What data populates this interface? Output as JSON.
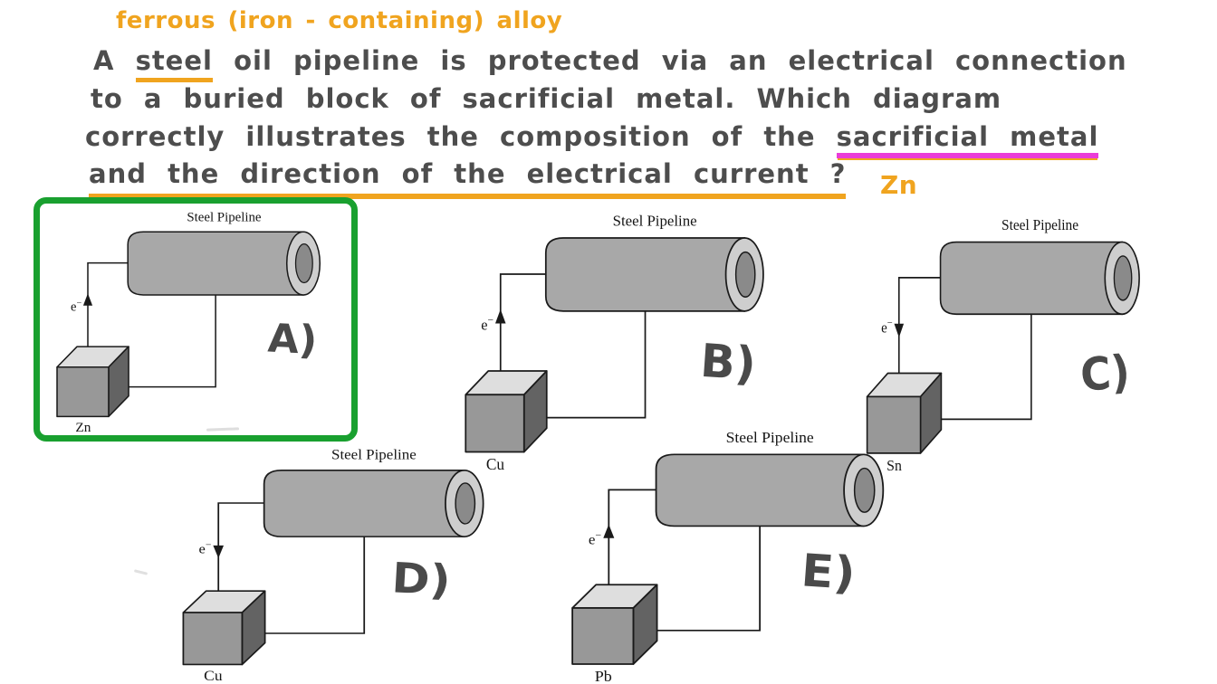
{
  "colors": {
    "ink_handwriting": "#4d4d4d",
    "highlight_orange": "#F0A41F",
    "highlight_pink": "#EA3CD8",
    "correct_box_green": "#19A02F",
    "diagram_outline": "#1a1a1a",
    "pipe_body_gray": "#a8a8a8",
    "pipe_cap_outer_gray": "#cecece",
    "pipe_cap_inner_gray": "#8a8a8a",
    "cube_front_gray": "#989898",
    "cube_top_gray": "#dedede",
    "cube_side_gray": "#636363"
  },
  "question": {
    "annotation_alloy": "ferrous (iron - containing) alloy",
    "line1_pre": "A",
    "line1_steel": "steel",
    "line1_post": "oil pipeline is protected via an electrical connection",
    "line2": "to a buried block of sacrificial metal. Which diagram",
    "line3_pre": "correctly illustrates the composition of the",
    "line3_sacrificial": "sacrificial metal",
    "line4_underlined": "and the direction of the electrical current ?",
    "annotation_zn": "Zn"
  },
  "diagrams": [
    {
      "letter": "A)",
      "pipeline_label": "Steel Pipeline",
      "metal": "Zn",
      "electron": {
        "base": "e",
        "sup": "−"
      },
      "electron_direction": "up",
      "highlighted": true
    },
    {
      "letter": "B)",
      "pipeline_label": "Steel Pipeline",
      "metal": "Cu",
      "electron": {
        "base": "e",
        "sup": "−"
      },
      "electron_direction": "up",
      "highlighted": false
    },
    {
      "letter": "C)",
      "pipeline_label": "Steel Pipeline",
      "metal": "Sn",
      "electron": {
        "base": "e",
        "sup": "−"
      },
      "electron_direction": "down",
      "highlighted": false
    },
    {
      "letter": "D)",
      "pipeline_label": "Steel Pipeline",
      "metal": "Cu",
      "electron": {
        "base": "e",
        "sup": "−"
      },
      "electron_direction": "down",
      "highlighted": false
    },
    {
      "letter": "E)",
      "pipeline_label": "Steel Pipeline",
      "metal": "Pb",
      "electron": {
        "base": "e",
        "sup": "−"
      },
      "electron_direction": "up",
      "highlighted": false
    }
  ]
}
